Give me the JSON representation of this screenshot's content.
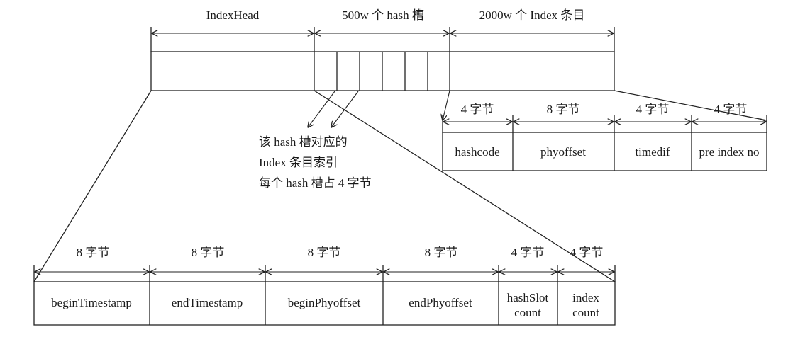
{
  "top": {
    "headers": [
      "IndexHead",
      "500w 个 hash 槽",
      "2000w 个 Index 条目"
    ]
  },
  "note": {
    "lines": [
      "该 hash 槽对应的",
      "Index 条目索引",
      "每个 hash 槽占 4 字节"
    ]
  },
  "index_entry": {
    "sizes": [
      "4 字节",
      "8 字节",
      "4 字节",
      "4 字节"
    ],
    "fields": [
      "hashcode",
      "phyoffset",
      "timedif",
      "pre index no"
    ]
  },
  "index_head": {
    "sizes": [
      "8 字节",
      "8 字节",
      "8 字节",
      "8 字节",
      "4 字节",
      "4 字节"
    ],
    "fields": [
      [
        "beginTimestamp"
      ],
      [
        "endTimestamp"
      ],
      [
        "beginPhyoffset"
      ],
      [
        "endPhyoffset"
      ],
      [
        "hashSlot",
        "count"
      ],
      [
        "index",
        "count"
      ]
    ]
  }
}
